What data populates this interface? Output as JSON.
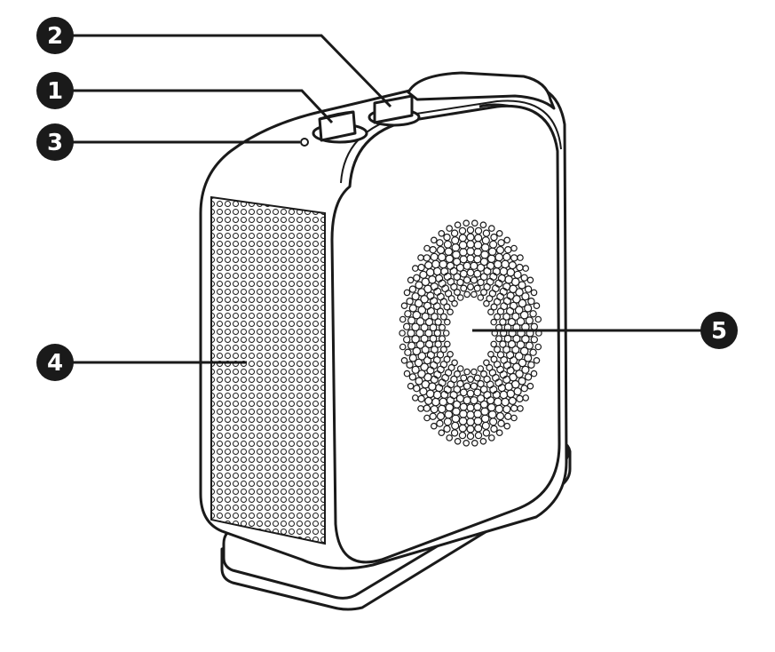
{
  "colors": {
    "line": "#1a1a1a",
    "fill": "#ffffff",
    "badge": "#1a1a1a",
    "badge_text": "#ffffff"
  },
  "callouts": [
    {
      "id": "1",
      "label": "1",
      "target": "knob-left"
    },
    {
      "id": "2",
      "label": "2",
      "target": "knob-right"
    },
    {
      "id": "3",
      "label": "3",
      "target": "indicator-light"
    },
    {
      "id": "4",
      "label": "4",
      "target": "side-grille"
    },
    {
      "id": "5",
      "label": "5",
      "target": "front-vent"
    }
  ]
}
